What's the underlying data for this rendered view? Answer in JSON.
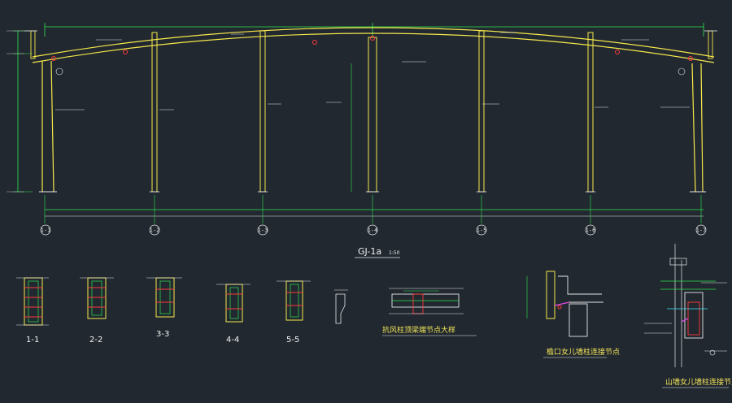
{
  "drawing": {
    "main_title": "GJ-1a",
    "main_scale": "1:50",
    "grid_axes": [
      "1-1",
      "1-2",
      "1-3",
      "1-4",
      "1-5",
      "1-6",
      "1-7"
    ],
    "sections": [
      "1-1",
      "2-2",
      "3-3",
      "4-4",
      "5-5"
    ],
    "detail_titles": {
      "ridge": "抗风柱顶梁端节点大样",
      "eave": "檐口女儿墙柱连接节点",
      "gable": "山墙女儿墙柱连接节点"
    }
  },
  "colors": {
    "background": "#212830",
    "frame": "#f7e84a",
    "dimension": "#2ee64d",
    "annotation": "#e8e8e8",
    "bolt": "#ff3a3a",
    "weld": "#e04ae6"
  }
}
